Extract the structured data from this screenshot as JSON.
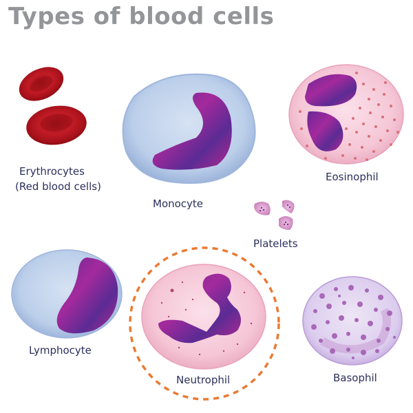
{
  "title": "Types of blood cells",
  "colors": {
    "title": "#939598",
    "label": "#2b2f5c",
    "erythrocyte": "#b3161f",
    "white_cell_cytoplasm": "#b9cdea",
    "pink_cytoplasm": "#f4c3d3",
    "nucleus": "#6b2a9c",
    "granules_eosinophil": "#d8707a",
    "granules_basophil": "#a868b8",
    "highlight_ring": "#ea7a32"
  },
  "cells": {
    "erythrocytes": {
      "label": "Erythrocytes",
      "sublabel": "(Red blood cells)"
    },
    "monocyte": {
      "label": "Monocyte"
    },
    "eosinophil": {
      "label": "Eosinophil"
    },
    "platelets": {
      "label": "Platelets"
    },
    "lymphocyte": {
      "label": "Lymphocyte"
    },
    "neutrophil": {
      "label": "Neutrophil",
      "highlighted": true
    },
    "basophil": {
      "label": "Basophil"
    }
  }
}
